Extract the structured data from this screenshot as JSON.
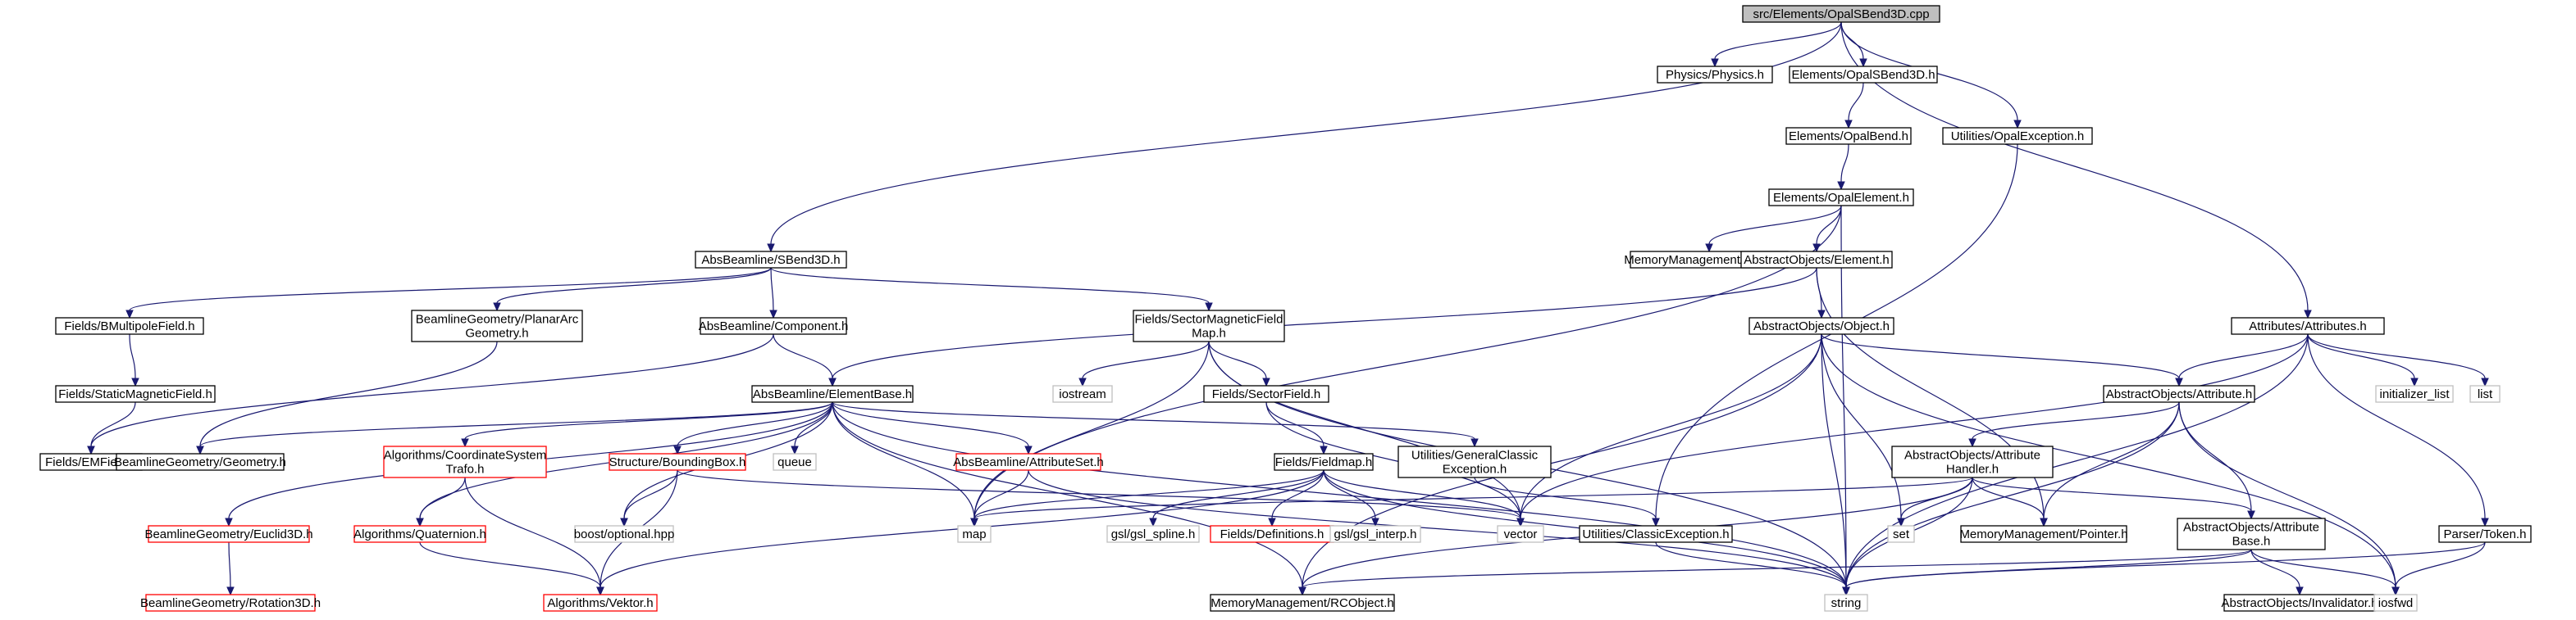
{
  "colors": {
    "edge": "#191970",
    "border_normal": "#000000",
    "border_external": "#bfbfbf",
    "border_truncated": "#ff0000",
    "root_fill": "#bfbfbf",
    "node_fill": "#ffffff"
  },
  "nodes": {
    "root": {
      "lines": [
        "src/Elements/OpalSBend3D.cpp"
      ],
      "kind": "root"
    },
    "physics": {
      "lines": [
        "Physics/Physics.h"
      ],
      "kind": "normal"
    },
    "opalsbend": {
      "lines": [
        "Elements/OpalSBend3D.h"
      ],
      "kind": "normal"
    },
    "opalexc": {
      "lines": [
        "Utilities/OpalException.h"
      ],
      "kind": "normal"
    },
    "opalbend": {
      "lines": [
        "Elements/OpalBend.h"
      ],
      "kind": "normal"
    },
    "opalelem": {
      "lines": [
        "Elements/OpalElement.h"
      ],
      "kind": "normal"
    },
    "sbend3d": {
      "lines": [
        "AbsBeamline/SBend3D.h"
      ],
      "kind": "normal"
    },
    "ownptr": {
      "lines": [
        "MemoryManagement/OwnPtr.h"
      ],
      "kind": "normal"
    },
    "absobjelem": {
      "lines": [
        "AbstractObjects/Element.h"
      ],
      "kind": "normal"
    },
    "attributes": {
      "lines": [
        "Attributes/Attributes.h"
      ],
      "kind": "normal"
    },
    "bmultipole": {
      "lines": [
        "Fields/BMultipoleField.h"
      ],
      "kind": "normal"
    },
    "planararc": {
      "lines": [
        "BeamlineGeometry/PlanarArc",
        "Geometry.h"
      ],
      "kind": "normal"
    },
    "component": {
      "lines": [
        "AbsBeamline/Component.h"
      ],
      "kind": "normal"
    },
    "sectormag": {
      "lines": [
        "Fields/SectorMagneticField",
        "Map.h"
      ],
      "kind": "normal"
    },
    "absobject": {
      "lines": [
        "AbstractObjects/Object.h"
      ],
      "kind": "normal"
    },
    "staticmag": {
      "lines": [
        "Fields/StaticMagneticField.h"
      ],
      "kind": "normal"
    },
    "emfield": {
      "lines": [
        "Fields/EMField.h"
      ],
      "kind": "normal"
    },
    "elembase": {
      "lines": [
        "AbsBeamline/ElementBase.h"
      ],
      "kind": "normal"
    },
    "iostream": {
      "lines": [
        "iostream"
      ],
      "kind": "external"
    },
    "sectorfield": {
      "lines": [
        "Fields/SectorField.h"
      ],
      "kind": "normal"
    },
    "absattr": {
      "lines": [
        "AbstractObjects/Attribute.h"
      ],
      "kind": "normal"
    },
    "initlist": {
      "lines": [
        "initializer_list"
      ],
      "kind": "external"
    },
    "list": {
      "lines": [
        "list"
      ],
      "kind": "external"
    },
    "geometry": {
      "lines": [
        "BeamlineGeometry/Geometry.h"
      ],
      "kind": "normal"
    },
    "coordtrafo": {
      "lines": [
        "Algorithms/CoordinateSystem",
        "Trafo.h"
      ],
      "kind": "truncated"
    },
    "boundingbox": {
      "lines": [
        "Structure/BoundingBox.h"
      ],
      "kind": "truncated"
    },
    "queue": {
      "lines": [
        "queue"
      ],
      "kind": "external"
    },
    "attrset": {
      "lines": [
        "AbsBeamline/AttributeSet.h"
      ],
      "kind": "truncated"
    },
    "genclassic": {
      "lines": [
        "Utilities/GeneralClassic",
        "Exception.h"
      ],
      "kind": "normal"
    },
    "fieldmap": {
      "lines": [
        "Fields/Fieldmap.h"
      ],
      "kind": "normal"
    },
    "attrhandler": {
      "lines": [
        "AbstractObjects/Attribute",
        "Handler.h"
      ],
      "kind": "normal"
    },
    "euclid": {
      "lines": [
        "BeamlineGeometry/Euclid3D.h"
      ],
      "kind": "truncated"
    },
    "quaternion": {
      "lines": [
        "Algorithms/Quaternion.h"
      ],
      "kind": "truncated"
    },
    "boostopt": {
      "lines": [
        "boost/optional.hpp"
      ],
      "kind": "external"
    },
    "map": {
      "lines": [
        "map"
      ],
      "kind": "external"
    },
    "gslspline": {
      "lines": [
        "gsl/gsl_spline.h"
      ],
      "kind": "external"
    },
    "definitions": {
      "lines": [
        "Fields/Definitions.h"
      ],
      "kind": "truncated"
    },
    "gslinterp": {
      "lines": [
        "gsl/gsl_interp.h"
      ],
      "kind": "external"
    },
    "vector": {
      "lines": [
        "vector"
      ],
      "kind": "external"
    },
    "classicexc": {
      "lines": [
        "Utilities/ClassicException.h"
      ],
      "kind": "normal"
    },
    "set": {
      "lines": [
        "set"
      ],
      "kind": "external"
    },
    "pointer": {
      "lines": [
        "MemoryManagement/Pointer.h"
      ],
      "kind": "normal"
    },
    "attrbase": {
      "lines": [
        "AbstractObjects/Attribute",
        "Base.h"
      ],
      "kind": "normal"
    },
    "token": {
      "lines": [
        "Parser/Token.h"
      ],
      "kind": "normal"
    },
    "rotation": {
      "lines": [
        "BeamlineGeometry/Rotation3D.h"
      ],
      "kind": "truncated"
    },
    "vektor": {
      "lines": [
        "Algorithms/Vektor.h"
      ],
      "kind": "truncated"
    },
    "rcobject": {
      "lines": [
        "MemoryManagement/RCObject.h"
      ],
      "kind": "normal"
    },
    "string": {
      "lines": [
        "string"
      ],
      "kind": "external"
    },
    "invalidator": {
      "lines": [
        "AbstractObjects/Invalidator.h"
      ],
      "kind": "normal"
    },
    "iosfwd": {
      "lines": [
        "iosfwd"
      ],
      "kind": "external"
    }
  },
  "edges": [
    [
      "root",
      "physics"
    ],
    [
      "root",
      "opalsbend"
    ],
    [
      "root",
      "opalexc"
    ],
    [
      "root",
      "sbend3d"
    ],
    [
      "root",
      "attributes"
    ],
    [
      "opalsbend",
      "opalbend"
    ],
    [
      "opalbend",
      "opalelem"
    ],
    [
      "opalelem",
      "ownptr"
    ],
    [
      "opalelem",
      "absobjelem"
    ],
    [
      "opalelem",
      "map"
    ],
    [
      "opalelem",
      "string"
    ],
    [
      "opalexc",
      "classicexc"
    ],
    [
      "sbend3d",
      "bmultipole"
    ],
    [
      "sbend3d",
      "planararc"
    ],
    [
      "sbend3d",
      "component"
    ],
    [
      "sbend3d",
      "sectormag"
    ],
    [
      "absobjelem",
      "absobject"
    ],
    [
      "absobjelem",
      "elembase"
    ],
    [
      "absobjelem",
      "pointer"
    ],
    [
      "attributes",
      "absattr"
    ],
    [
      "attributes",
      "initlist"
    ],
    [
      "attributes",
      "list"
    ],
    [
      "attributes",
      "token"
    ],
    [
      "attributes",
      "vector"
    ],
    [
      "attributes",
      "string"
    ],
    [
      "bmultipole",
      "staticmag"
    ],
    [
      "staticmag",
      "emfield"
    ],
    [
      "planararc",
      "geometry"
    ],
    [
      "component",
      "emfield"
    ],
    [
      "component",
      "elembase"
    ],
    [
      "sectormag",
      "iostream"
    ],
    [
      "sectormag",
      "sectorfield"
    ],
    [
      "sectormag",
      "map"
    ],
    [
      "sectormag",
      "vector"
    ],
    [
      "sectormag",
      "string"
    ],
    [
      "absobject",
      "absattr"
    ],
    [
      "absobject",
      "rcobject"
    ],
    [
      "absobject",
      "vector"
    ],
    [
      "absobject",
      "set"
    ],
    [
      "absobject",
      "string"
    ],
    [
      "absobject",
      "iosfwd"
    ],
    [
      "elembase",
      "geometry"
    ],
    [
      "elembase",
      "euclid"
    ],
    [
      "elembase",
      "coordtrafo"
    ],
    [
      "elembase",
      "quaternion"
    ],
    [
      "elembase",
      "boostopt"
    ],
    [
      "elembase",
      "boundingbox"
    ],
    [
      "elembase",
      "queue"
    ],
    [
      "elembase",
      "map"
    ],
    [
      "elembase",
      "attrset"
    ],
    [
      "elembase",
      "genclassic"
    ],
    [
      "elembase",
      "rcobject"
    ],
    [
      "elembase",
      "string"
    ],
    [
      "sectorfield",
      "fieldmap"
    ],
    [
      "sectorfield",
      "vector"
    ],
    [
      "absattr",
      "attrhandler"
    ],
    [
      "absattr",
      "attrbase"
    ],
    [
      "absattr",
      "pointer"
    ],
    [
      "absattr",
      "string"
    ],
    [
      "absattr",
      "iosfwd"
    ],
    [
      "coordtrafo",
      "quaternion"
    ],
    [
      "coordtrafo",
      "vektor"
    ],
    [
      "boundingbox",
      "boostopt"
    ],
    [
      "boundingbox",
      "vector"
    ],
    [
      "boundingbox",
      "vektor"
    ],
    [
      "attrset",
      "map"
    ],
    [
      "attrset",
      "string"
    ],
    [
      "genclassic",
      "classicexc"
    ],
    [
      "fieldmap",
      "map"
    ],
    [
      "fieldmap",
      "gslspline"
    ],
    [
      "fieldmap",
      "definitions"
    ],
    [
      "fieldmap",
      "gslinterp"
    ],
    [
      "fieldmap",
      "vector"
    ],
    [
      "fieldmap",
      "string"
    ],
    [
      "fieldmap",
      "vektor"
    ],
    [
      "attrhandler",
      "map"
    ],
    [
      "attrhandler",
      "set"
    ],
    [
      "attrhandler",
      "pointer"
    ],
    [
      "attrhandler",
      "string"
    ],
    [
      "attrhandler",
      "rcobject"
    ],
    [
      "attrhandler",
      "attrbase"
    ],
    [
      "euclid",
      "rotation"
    ],
    [
      "quaternion",
      "vektor"
    ],
    [
      "classicexc",
      "string"
    ],
    [
      "attrbase",
      "invalidator"
    ],
    [
      "attrbase",
      "string"
    ],
    [
      "attrbase",
      "iosfwd"
    ],
    [
      "attrbase",
      "rcobject"
    ],
    [
      "token",
      "string"
    ],
    [
      "token",
      "iosfwd"
    ]
  ]
}
